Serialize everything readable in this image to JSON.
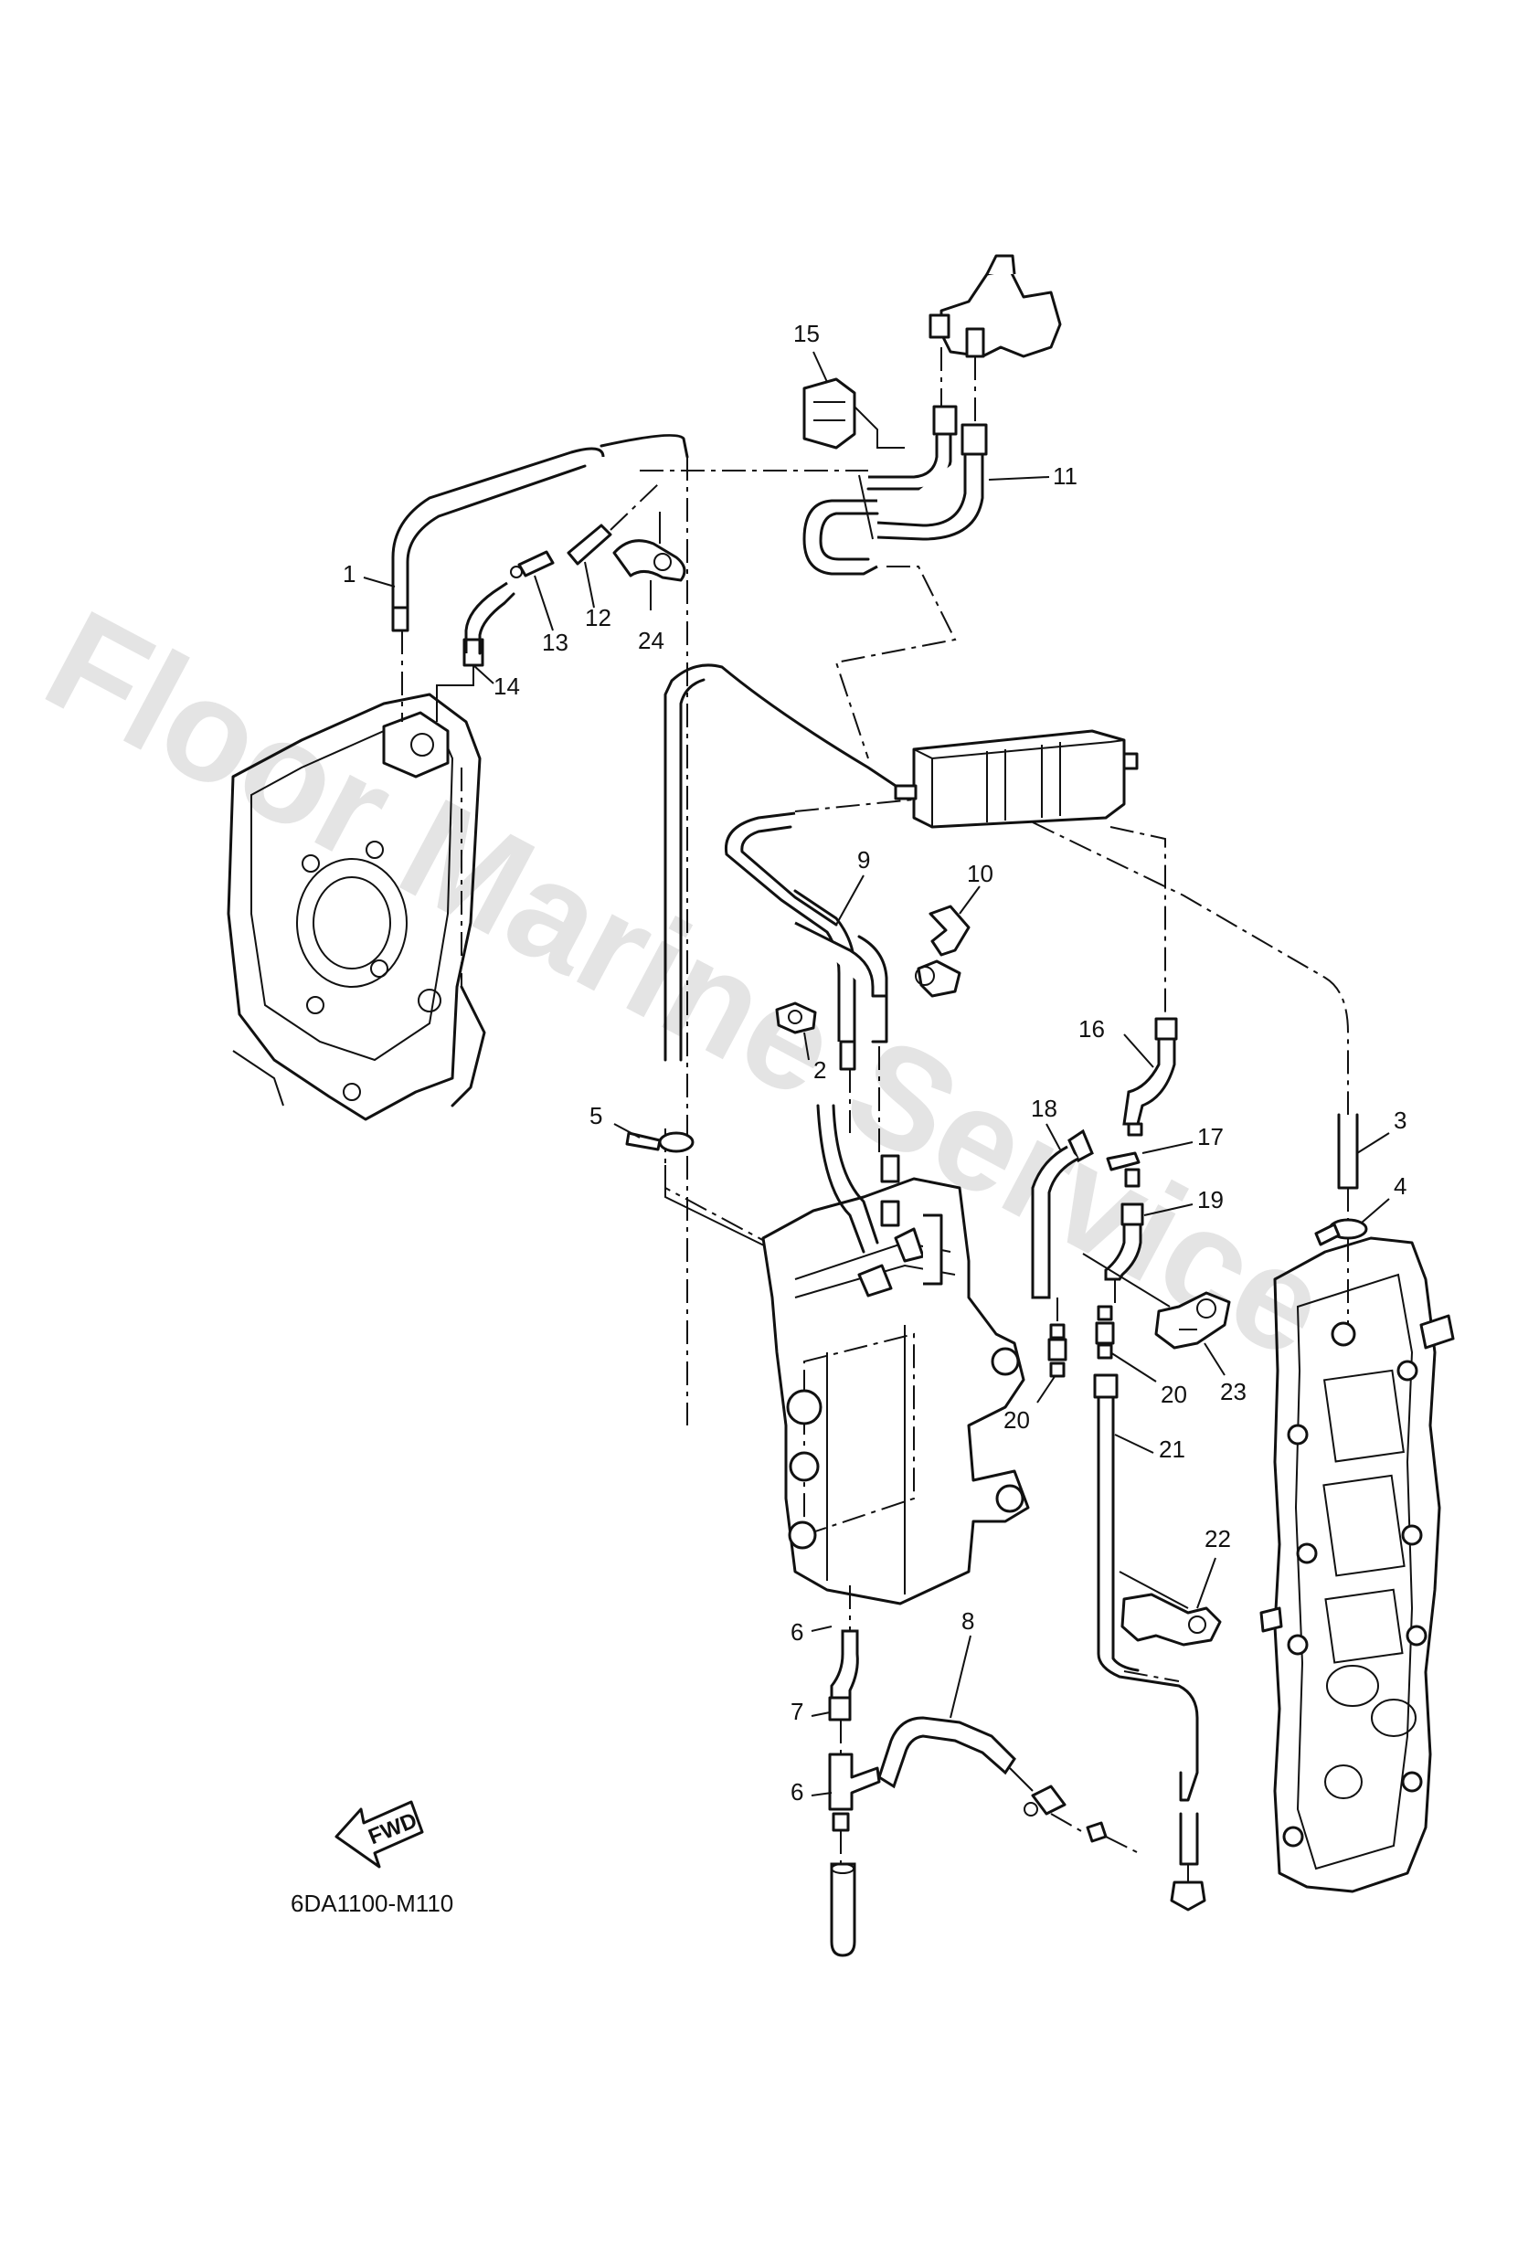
{
  "watermark": "Floor Marine Service",
  "diagram_code": "6DA1100-M110",
  "fwd_label": "FWD",
  "callouts": [
    "1",
    "2",
    "3",
    "4",
    "5",
    "6",
    "6",
    "7",
    "8",
    "9",
    "10",
    "11",
    "12",
    "13",
    "14",
    "15",
    "16",
    "17",
    "18",
    "19",
    "20",
    "20",
    "21",
    "22",
    "23",
    "24"
  ]
}
